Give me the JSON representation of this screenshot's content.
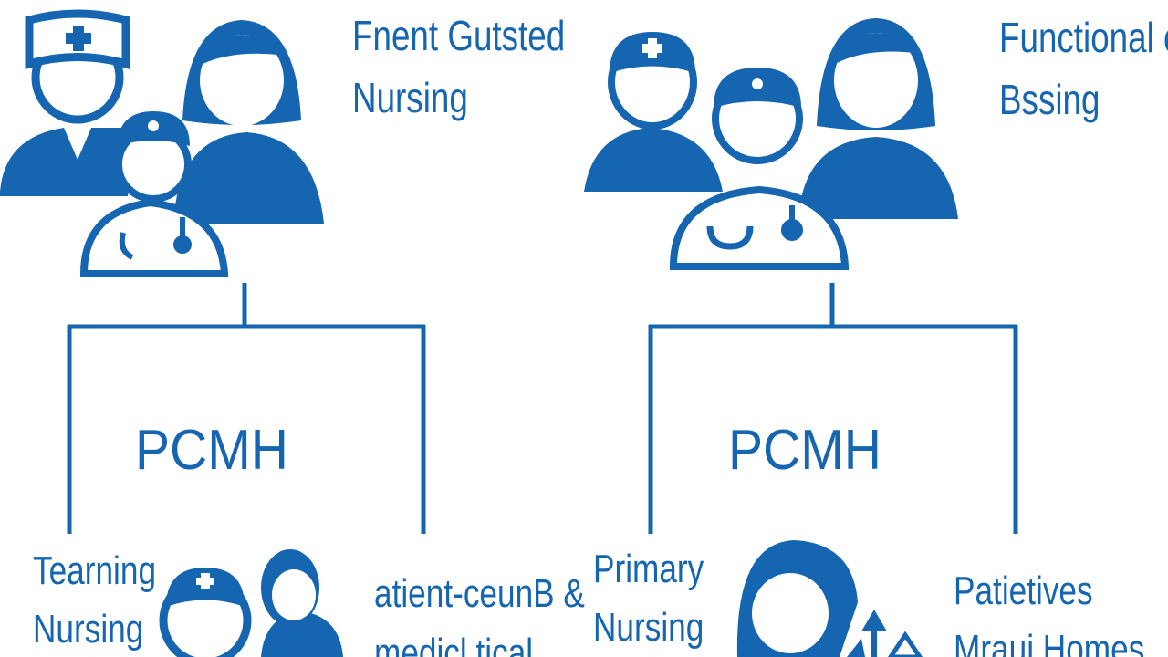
{
  "colors": {
    "accent": "#1565b0",
    "background": "#ffffff"
  },
  "top_left": {
    "heading_line1": "Fnent Gutsted",
    "heading_line2": "Nursing",
    "icon": "nurse-team-icon"
  },
  "top_right": {
    "heading_line1": "Functional or",
    "heading_line2": "Bssing",
    "icon": "nurse-team-icon"
  },
  "left_box": {
    "label": "PCMH"
  },
  "right_box": {
    "label": "PCMH"
  },
  "bottom": {
    "left_text_line1": "Tearning",
    "left_text_line2": "Nursing",
    "center_text_line1": "atient-ceunB &",
    "center_text_line2": "medicl tical",
    "primary_line1": "Primary",
    "primary_line2": "Nursing",
    "right_text_line1": "Patietives",
    "right_text_line2": "Mraui Homes"
  }
}
